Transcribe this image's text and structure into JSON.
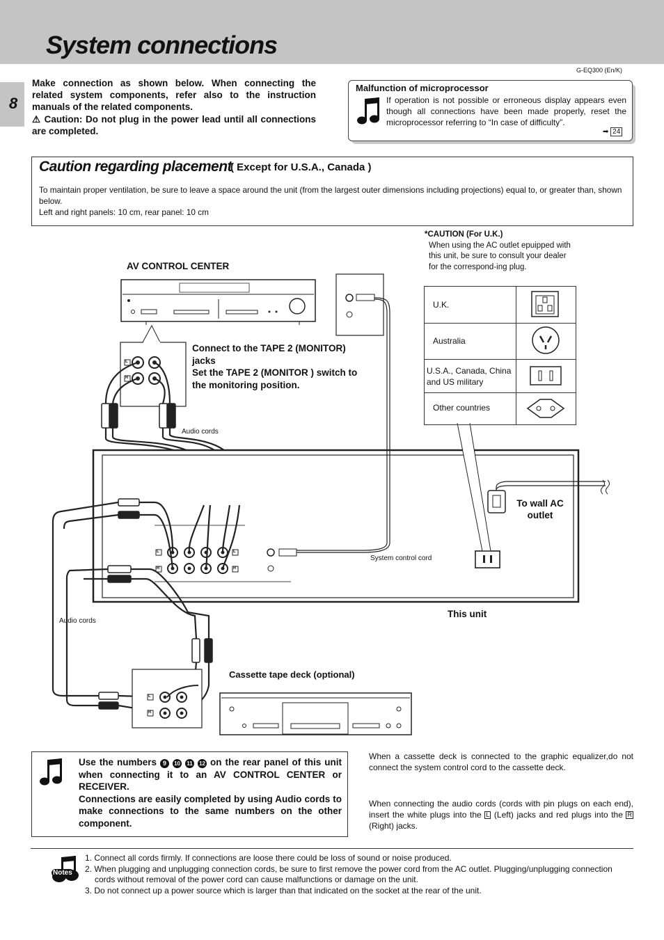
{
  "header": {
    "title": "System connections",
    "page_number": "8",
    "model_code": "G-EQ300 (En/K)"
  },
  "intro": {
    "line1": "Make connection as shown below. When connecting the related system components, refer also to the instruction manuals of the related components.",
    "line2": "Caution: Do not plug in the power lead until all connections are completed.",
    "warning_glyph": "⚠"
  },
  "malfunction": {
    "title": "Malfunction of microprocessor",
    "text": "If operation is not possible or erroneous display appears even though all connections have been made properly, reset the microprocessor referring to “In case of difficulty”.",
    "ref_arrow": "➡",
    "ref_page": "24"
  },
  "placement": {
    "title": "Caution regarding placement",
    "subtitle": "( Except for U.S.A., Canada )",
    "text": "To maintain proper ventilation, be sure to leave a space around the unit (from the largest outer dimensions including projections) equal to, or greater than, shown below.",
    "dimensions": "Left and right panels: 10 cm, rear panel: 10 cm"
  },
  "uk_caution": {
    "heading": "*CAUTION (For U.K.)",
    "text": "When using the AC outlet epuipped with this unit, be sure to consult your dealer for the correspond-ing plug."
  },
  "diagram": {
    "av_control_center": "AV CONTROL CENTER",
    "connect_line1": "Connect to the TAPE 2 (MONITOR) jacks",
    "connect_line2": "Set the TAPE 2 (MONITOR ) switch to the monitoring position.",
    "audio_cords_top": "Audio cords",
    "audio_cords_left": "Audio cords",
    "system_control_cord": "System control cord",
    "to_wall": "To wall AC outlet",
    "this_unit": "This unit",
    "cassette_deck": "Cassette tape deck  (optional)",
    "jack_L": "L",
    "jack_R": "R"
  },
  "plug_types": [
    {
      "region": "U.K.",
      "icon": "uk-plug-icon"
    },
    {
      "region": "Australia",
      "icon": "australia-plug-icon"
    },
    {
      "region": "U.S.A., Canada, China and US military",
      "icon": "us-plug-icon"
    },
    {
      "region": "Other countries",
      "icon": "europe-plug-icon"
    }
  ],
  "numbers_note": {
    "part1": "Use the numbers",
    "numbers": [
      "9",
      "10",
      "11",
      "12"
    ],
    "part2": "on the rear panel of this unit when connecting it to an AV CONTROL CENTER or RECEIVER.",
    "part3": "Connections are easily completed by using Audio cords to make connections to the same numbers on the other component."
  },
  "cassette_note": "When a cassette deck is connected to the graphic equalizer,do not connect the system control cord to the cassette deck.",
  "cord_note": {
    "part1": "When connecting the audio cords (cords with pin plugs on each end), insert the white plugs into the",
    "L": "L",
    "part2": "(Left) jacks and red plugs into the",
    "R": "R",
    "part3": "(Right) jacks."
  },
  "notes": {
    "label": "Notes",
    "items": [
      "1. Connect all cords firmly. If connections are loose there could be loss of sound or noise produced.",
      "2. When plugging and unplugging connection cords, be sure to first remove the power cord from the AC outlet. Plugging/unplugging connection cords without removal of the power cord can cause malfunctions or damage on the unit.",
      "3. Do not connect up a power source which is larger than that indicated on the socket at the rear of the unit."
    ]
  }
}
